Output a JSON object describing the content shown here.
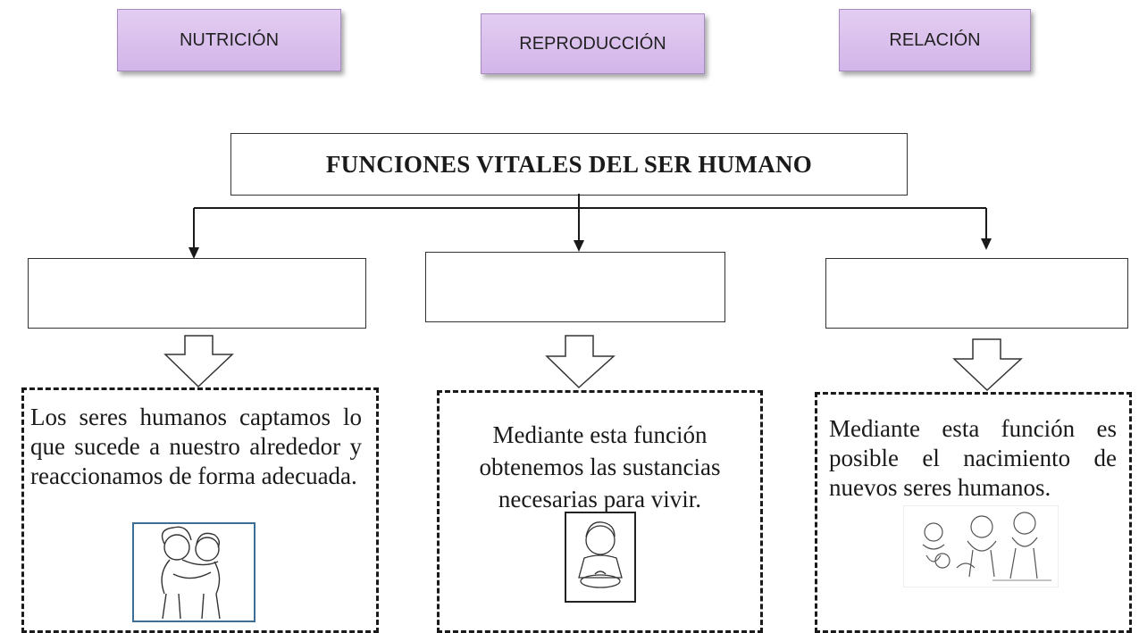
{
  "labels": {
    "nutricion": "NUTRICIÓN",
    "reproduccion": "REPRODUCCIÓN",
    "relacion": "RELACIÓN"
  },
  "title": "FUNCIONES VITALES DEL SER HUMANO",
  "descriptions": [
    {
      "text": "Los seres humanos captamos lo que sucede a nuestro alrededor y reaccionamos de forma adecuada.",
      "image": "children-hugging-drawing"
    },
    {
      "text": "Mediante esta función obtenemos las sustancias necesarias para vivir.",
      "image": "child-eating-drawing"
    },
    {
      "text": "Mediante esta función es posible el nacimiento de nuevos seres humanos.",
      "image": "family-drawing"
    }
  ],
  "colors": {
    "chip": "#d9bfee",
    "border": "#333333"
  }
}
